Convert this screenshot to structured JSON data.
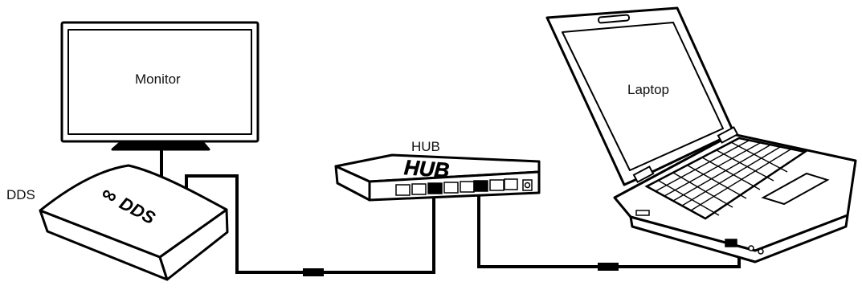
{
  "labels": {
    "monitor": "Monitor",
    "laptop": "Laptop",
    "hub": "HUB",
    "dds": "DDS"
  },
  "device_text": {
    "hub_brand": "HUB",
    "dds_brand": "DDS",
    "dds_logo": "∞"
  },
  "colors": {
    "stroke": "#000000",
    "cable": "#000000",
    "background": "#ffffff"
  }
}
